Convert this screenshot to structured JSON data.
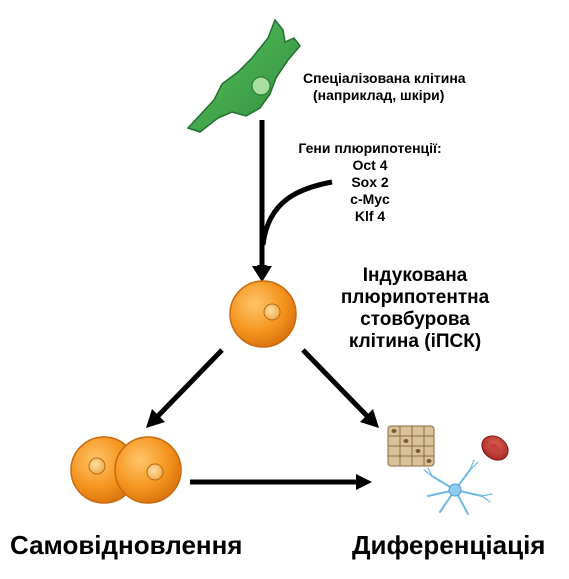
{
  "specialized_cell": {
    "line1": "Спеціалізована клітина",
    "line2": "(наприклад, шкіри)"
  },
  "pluripotency_genes": {
    "title": "Гени плюрипотенції:",
    "genes": [
      "Oct 4",
      "Sox 2",
      "c-Myc",
      "Klf 4"
    ]
  },
  "ipsc": {
    "lines": [
      "Індукована",
      "плюрипотентна",
      "стовбурова",
      "клітина (іПСК)"
    ]
  },
  "outcomes": {
    "self_renewal": "Самовідновлення",
    "differentiation": "Диференціація"
  },
  "colors": {
    "fibroblast": "#3fa34d",
    "stem_cell": "#f28c1e",
    "stem_cell_nucleus": "#f6c26a",
    "arrow": "#000000",
    "red_blood_cell": "#c0322e",
    "neuron": "#6fb9e3",
    "epithelium": "#c9b08a"
  }
}
